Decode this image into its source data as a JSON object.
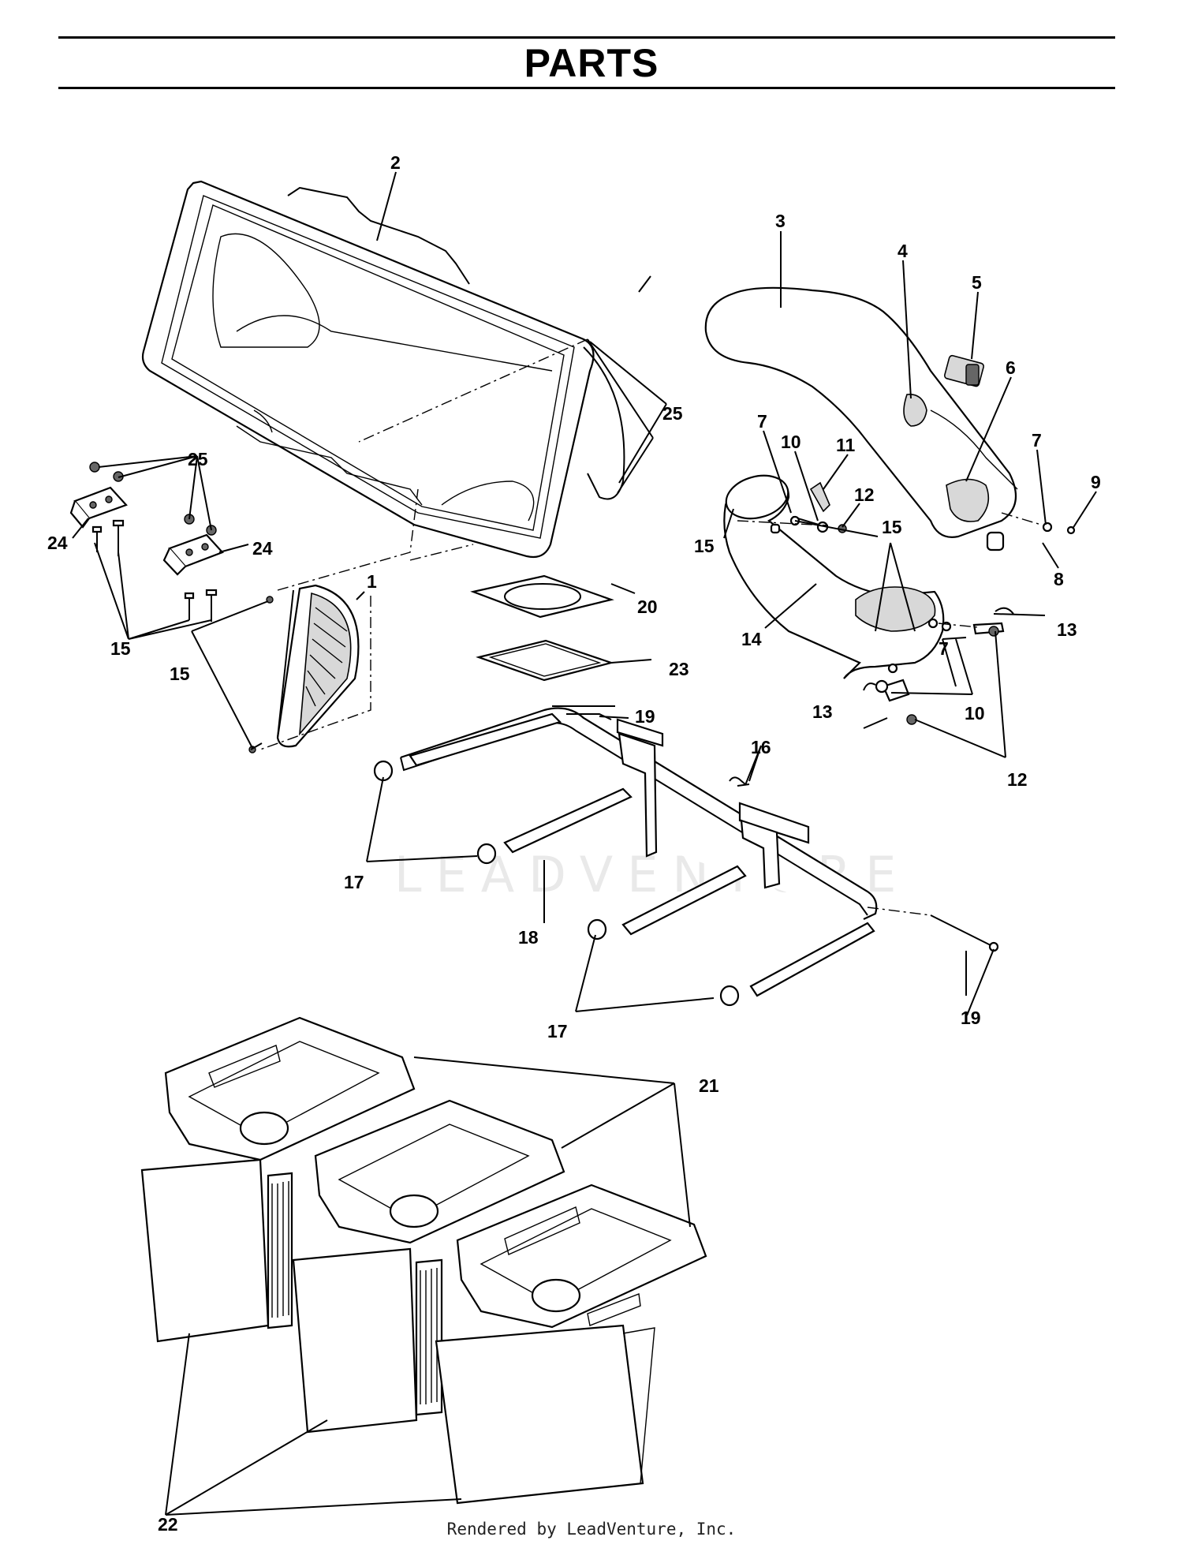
{
  "header": {
    "title": "PARTS"
  },
  "watermark": "LEADVENTURE",
  "footer": {
    "text": "Rendered by LeadVenture, Inc."
  },
  "callouts": {
    "c1": "1",
    "c2": "2",
    "c3": "3",
    "c4": "4",
    "c5": "5",
    "c6": "6",
    "c7a": "7",
    "c7b": "7",
    "c7c": "7",
    "c8": "8",
    "c9": "9",
    "c10a": "10",
    "c10b": "10",
    "c11": "11",
    "c12a": "12",
    "c12b": "12",
    "c13a": "13",
    "c13b": "13",
    "c14": "14",
    "c15a": "15",
    "c15b": "15",
    "c15c": "15",
    "c15d": "15",
    "c16": "16",
    "c17a": "17",
    "c17b": "17",
    "c18": "18",
    "c19a": "19",
    "c19b": "19",
    "c20": "20",
    "c21": "21",
    "c22": "22",
    "c23": "23",
    "c24a": "24",
    "c24b": "24",
    "c25a": "25",
    "c25b": "25"
  }
}
